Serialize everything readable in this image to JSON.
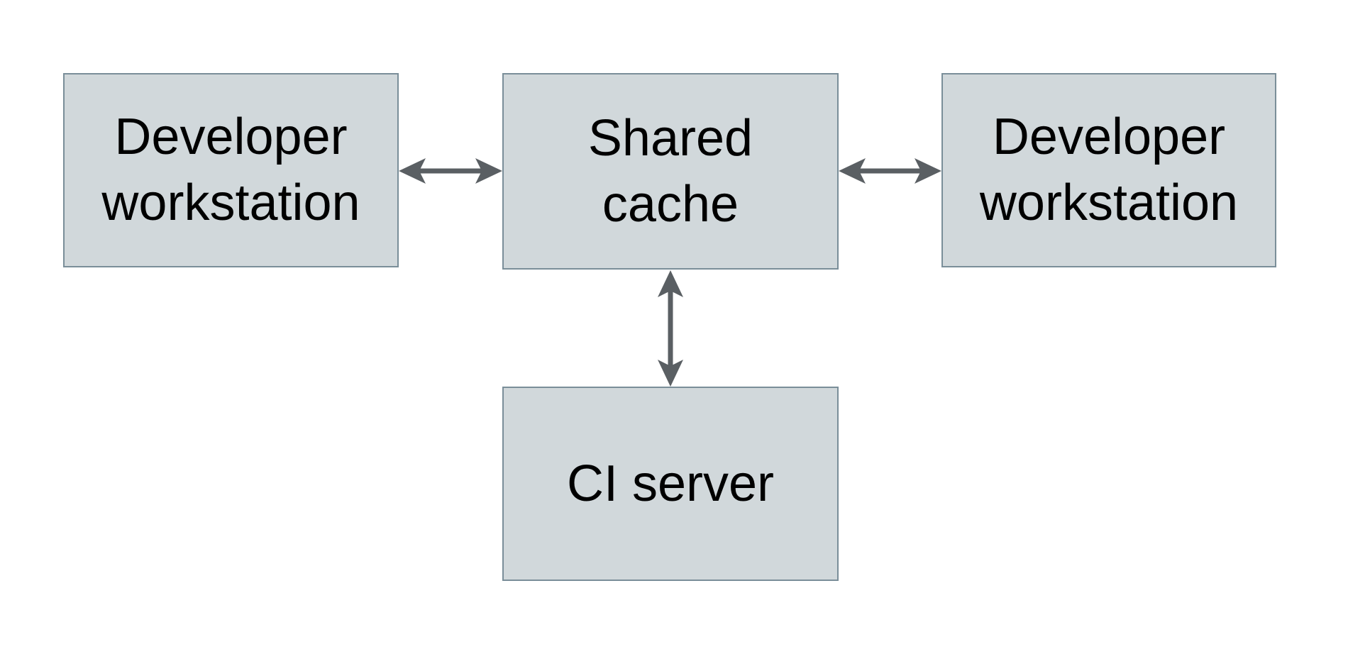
{
  "diagram": {
    "title": "Shared cache architecture diagram",
    "type": "architecture-diagram",
    "background": "#ffffff",
    "nodes": {
      "developer_workstation_left": {
        "label": "Developer workstation",
        "lines": [
          "Developer",
          "workstation"
        ]
      },
      "shared_cache": {
        "label": "Shared cache",
        "lines": [
          "Shared",
          "cache"
        ]
      },
      "developer_workstation_right": {
        "label": "Developer workstation",
        "lines": [
          "Developer",
          "workstation"
        ]
      },
      "ci_server": {
        "label": "CI server",
        "lines": [
          "CI server"
        ]
      }
    },
    "edges": [
      {
        "from": "developer_workstation_left",
        "to": "shared_cache",
        "direction": "bidirectional"
      },
      {
        "from": "shared_cache",
        "to": "developer_workstation_right",
        "direction": "bidirectional"
      },
      {
        "from": "shared_cache",
        "to": "ci_server",
        "direction": "bidirectional"
      }
    ],
    "colors": {
      "node_fill": "#d1d8db",
      "node_border": "#7a8e99",
      "arrow": "#5a5f63",
      "text": "#000000",
      "background": "#ffffff"
    }
  }
}
